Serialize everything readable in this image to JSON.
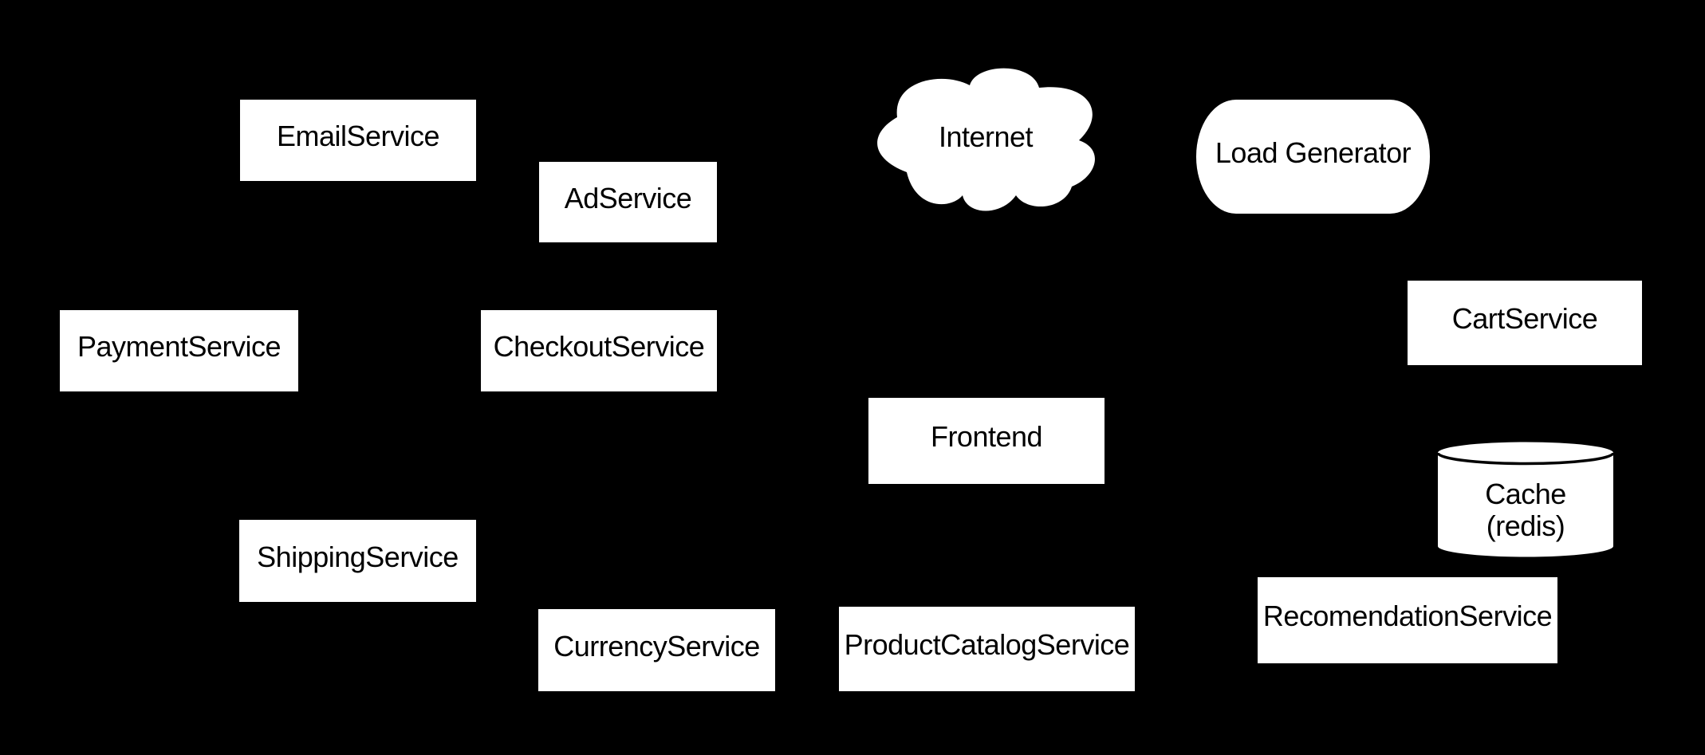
{
  "diagram": {
    "title": "Microservices architecture diagram",
    "background_color": "#000000",
    "node_fill_color": "#ffffff",
    "node_text_color": "#000000",
    "cylinder_stroke_color": "#000000",
    "nodes": [
      {
        "id": "email-service",
        "shape": "rect",
        "label": "EmailService"
      },
      {
        "id": "ad-service",
        "shape": "rect",
        "label": "AdService"
      },
      {
        "id": "internet",
        "shape": "cloud",
        "label": "Internet"
      },
      {
        "id": "load-generator",
        "shape": "rounded",
        "label": "Load Generator"
      },
      {
        "id": "payment-service",
        "shape": "rect",
        "label": "PaymentService"
      },
      {
        "id": "checkout-service",
        "shape": "rect",
        "label": "CheckoutService"
      },
      {
        "id": "cart-service",
        "shape": "rect",
        "label": "CartService"
      },
      {
        "id": "frontend",
        "shape": "rect",
        "label": "Frontend"
      },
      {
        "id": "cache-redis",
        "shape": "cylinder",
        "label": "Cache (redis)",
        "lines": [
          "Cache",
          "(redis)"
        ]
      },
      {
        "id": "shipping-service",
        "shape": "rect",
        "label": "ShippingService"
      },
      {
        "id": "currency-service",
        "shape": "rect",
        "label": "CurrencyService"
      },
      {
        "id": "product-catalog-service",
        "shape": "rect",
        "label": "ProductCatalogService"
      },
      {
        "id": "recomendation-service",
        "shape": "rect",
        "label": "RecomendationService"
      }
    ]
  }
}
